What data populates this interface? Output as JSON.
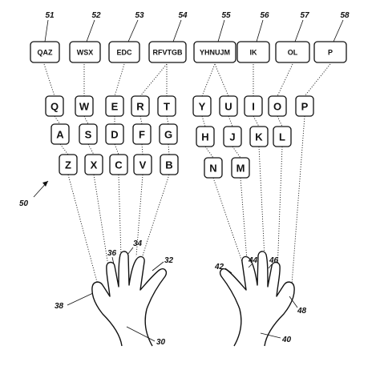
{
  "figure": {
    "groups": [
      {
        "ref": "51",
        "label": "QAZ"
      },
      {
        "ref": "52",
        "label": "WSX"
      },
      {
        "ref": "53",
        "label": "EDC"
      },
      {
        "ref": "54",
        "label": "RFVTGB"
      },
      {
        "ref": "55",
        "label": "YHNUJM"
      },
      {
        "ref": "56",
        "label": "IK"
      },
      {
        "ref": "57",
        "label": "OL"
      },
      {
        "ref": "58",
        "label": "P"
      }
    ],
    "keys": {
      "row1": [
        "Q",
        "W",
        "E",
        "R",
        "T",
        "Y",
        "U",
        "I",
        "O",
        "P"
      ],
      "row2": [
        "A",
        "S",
        "D",
        "F",
        "G",
        "H",
        "J",
        "K",
        "L"
      ],
      "row3": [
        "Z",
        "X",
        "C",
        "V",
        "B",
        "N",
        "M"
      ]
    },
    "refs": {
      "keyboard": "50",
      "left_hand": "30",
      "left_thumb": "32",
      "left_index": "34",
      "left_middle": "36",
      "left_pinky": "38",
      "right_hand": "40",
      "right_thumb": "42",
      "right_index": "44",
      "right_middle": "46",
      "right_pinky": "48"
    }
  }
}
